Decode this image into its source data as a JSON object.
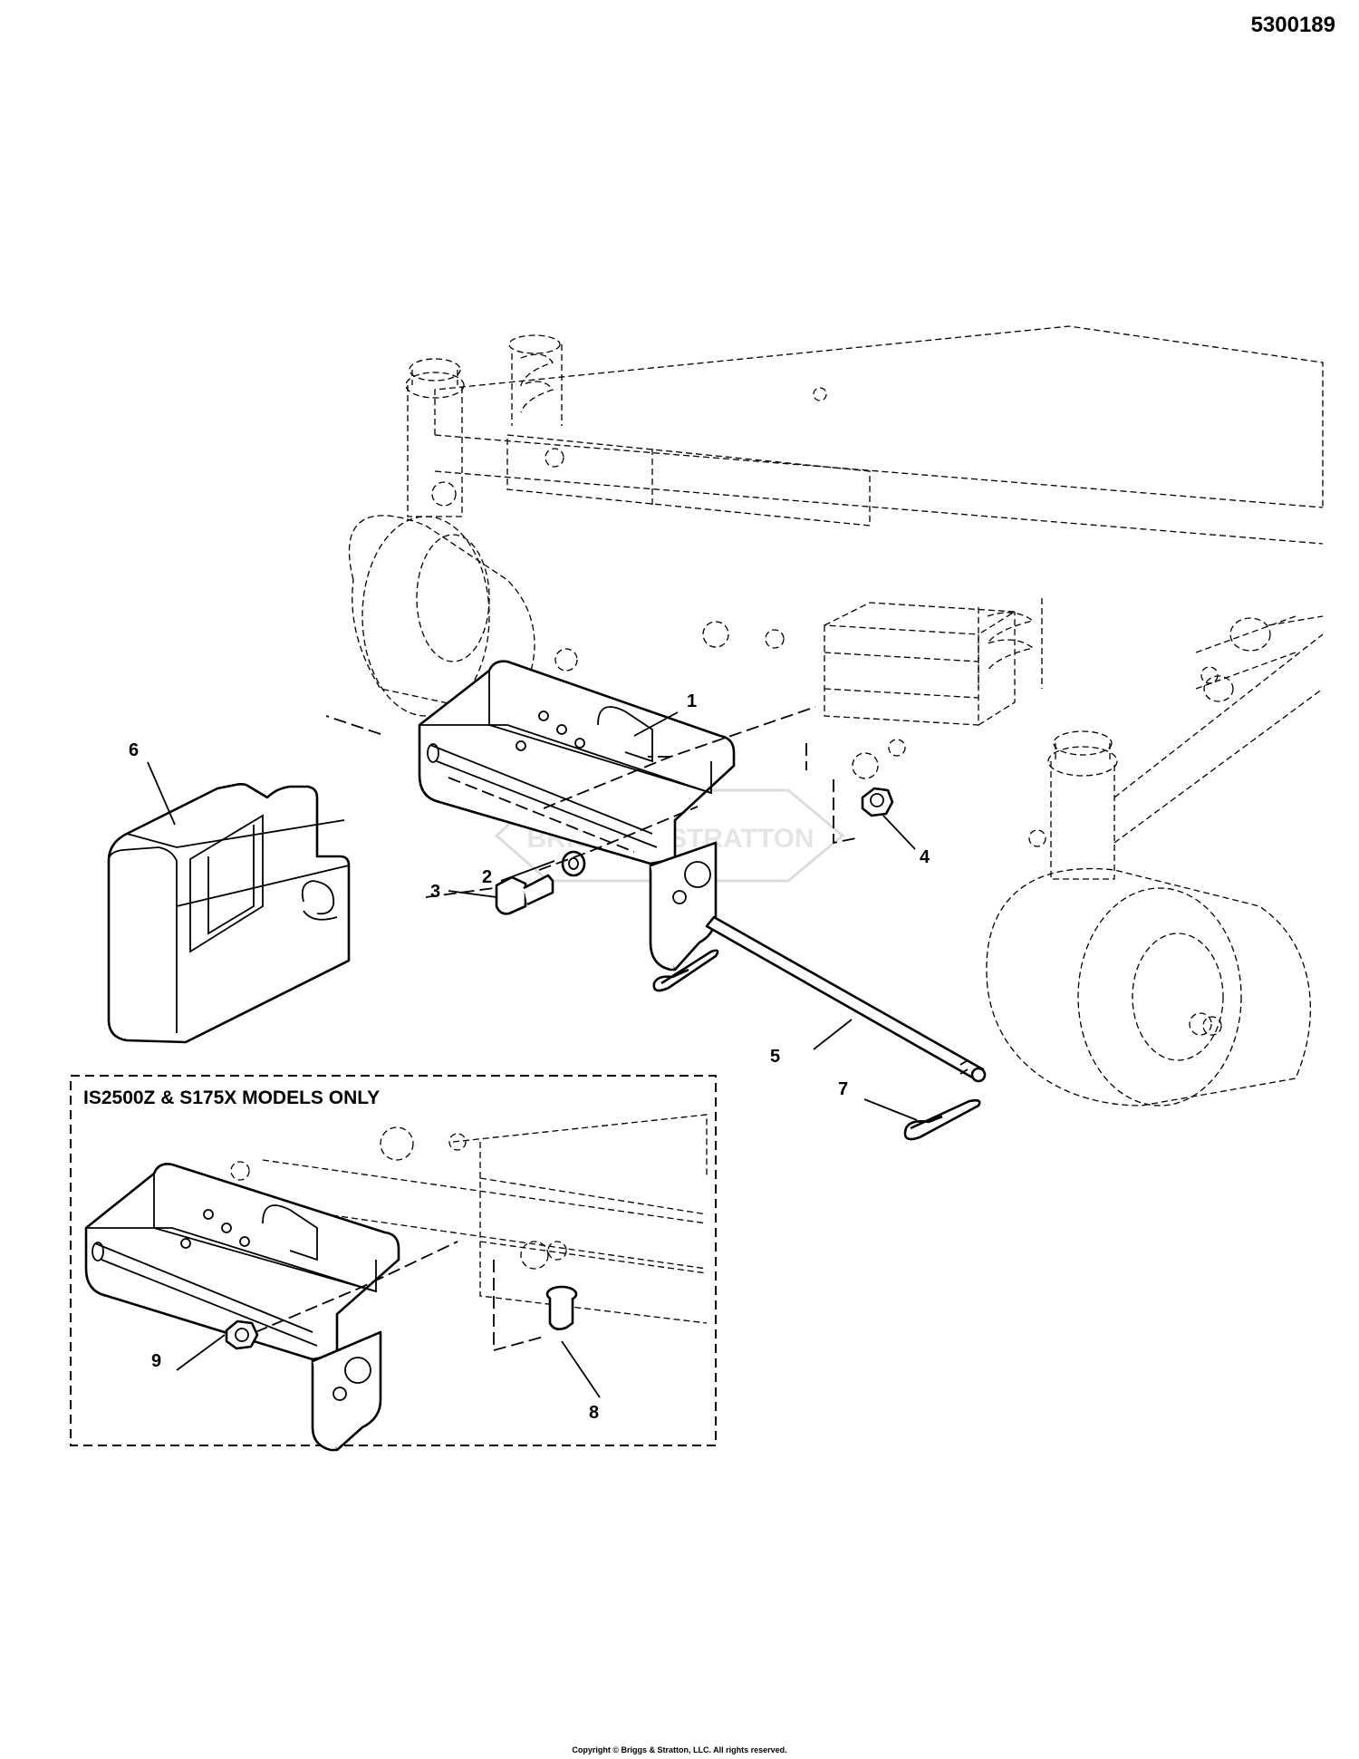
{
  "diagram_number": "5300189",
  "inset_title": "IS2500Z & S175X MODELS ONLY",
  "callouts": [
    "1",
    "2",
    "3",
    "4",
    "5",
    "6",
    "7",
    "8",
    "9"
  ],
  "copyright": "Copyright © Briggs & Stratton, LLC. All rights reserved.",
  "watermark": "BRIGGS & STRATTON"
}
